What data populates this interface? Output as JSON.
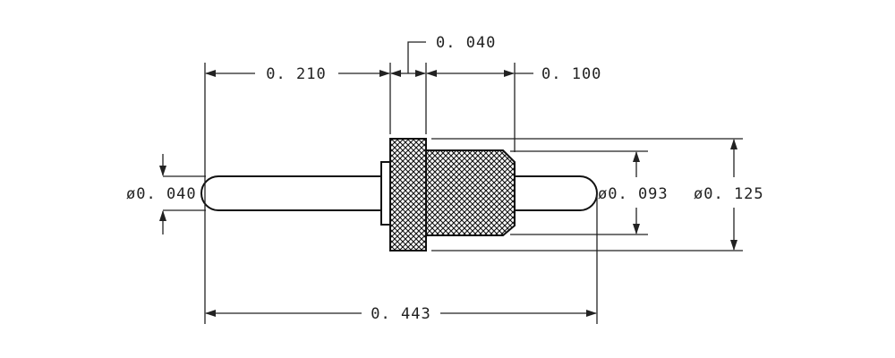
{
  "drawing": {
    "dimensions": {
      "collar_width": "0. 040",
      "tail_length": "0. 210",
      "sleeve_length": "0. 100",
      "pin_diameter": "ø0. 040",
      "sleeve_diameter": "ø0. 093",
      "collar_diameter": "ø0. 125",
      "overall_length": "0. 443"
    },
    "colors": {
      "line": "#222222",
      "background": "#ffffff"
    }
  }
}
